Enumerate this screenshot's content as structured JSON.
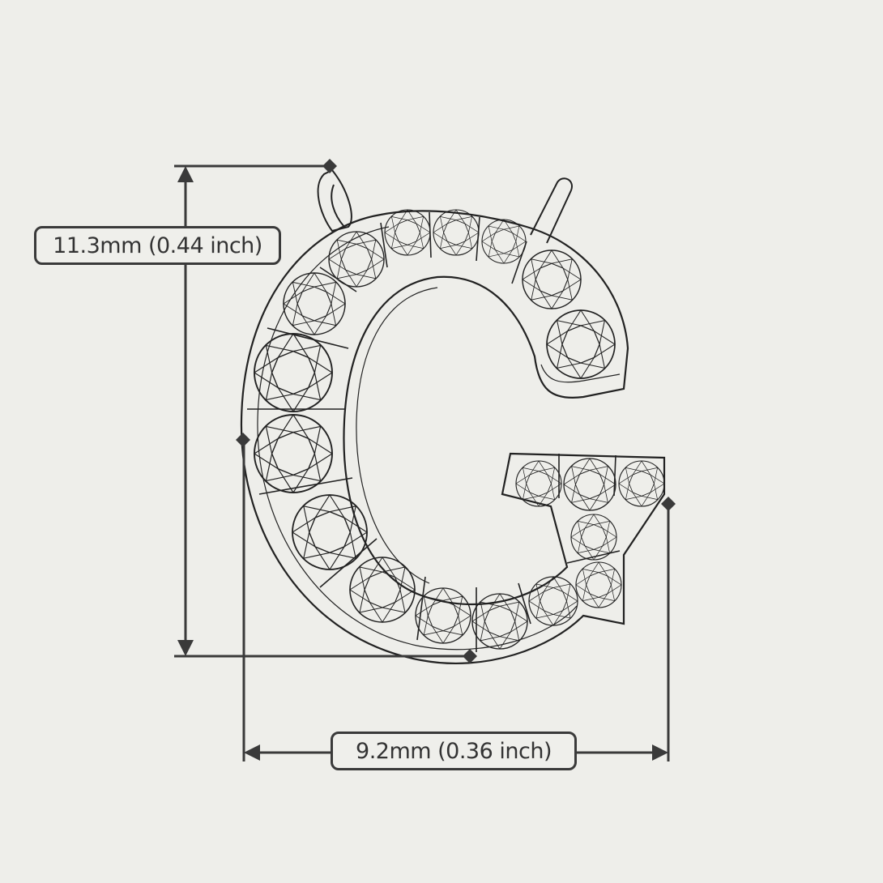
{
  "diagram": {
    "subject": "Letter G pendant with pavé-set stones",
    "colors": {
      "background": "#eeeeea",
      "line": "#3a3a3a",
      "drawing": "#222222"
    },
    "dimensions": {
      "height": {
        "label": "11.3mm (0.44 inch)",
        "orientation": "vertical"
      },
      "width": {
        "label": "9.2mm (0.36 inch)",
        "orientation": "horizontal"
      }
    }
  }
}
